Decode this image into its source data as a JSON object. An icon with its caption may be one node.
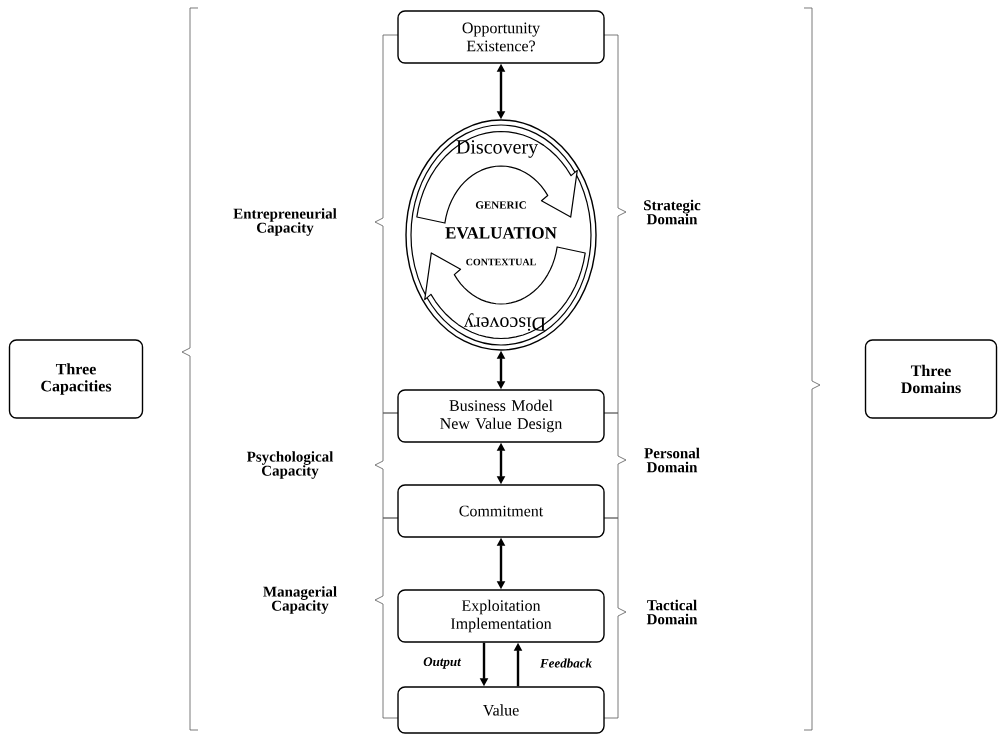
{
  "diagram": {
    "nodes": [
      {
        "text": [
          "Opportunity Existence?"
        ]
      },
      {
        "text": [
          "Discovery",
          "GENERIC",
          "EVALUATION",
          "CONTEXTUAL",
          "Discovery"
        ]
      },
      {
        "text": [
          "Business Model New Value Design"
        ]
      },
      {
        "text": [
          "Commitment"
        ]
      },
      {
        "text": [
          "Exploitation Implementation"
        ]
      },
      {
        "text": [
          "Value"
        ]
      },
      {
        "text": [
          "Three Capacities"
        ]
      },
      {
        "text": [
          "Three Domains"
        ]
      }
    ],
    "edges": [
      {
        "from": 0,
        "to": 1,
        "arrow": "both"
      },
      {
        "from": 1,
        "to": 2,
        "arrow": "both"
      },
      {
        "from": 2,
        "to": 3,
        "arrow": "both"
      },
      {
        "from": 3,
        "to": 4,
        "arrow": "both"
      },
      {
        "from": 4,
        "to": 5,
        "arrow": "to",
        "label": "Output"
      },
      {
        "from": 5,
        "to": 4,
        "arrow": "to",
        "label": "Feedback"
      }
    ],
    "labels": [
      "Entrepreneurial Capacity",
      "Strategic Domain",
      "Psychological Capacity",
      "Personal Domain",
      "Managerial Capacity",
      "Tactical Domain"
    ]
  }
}
